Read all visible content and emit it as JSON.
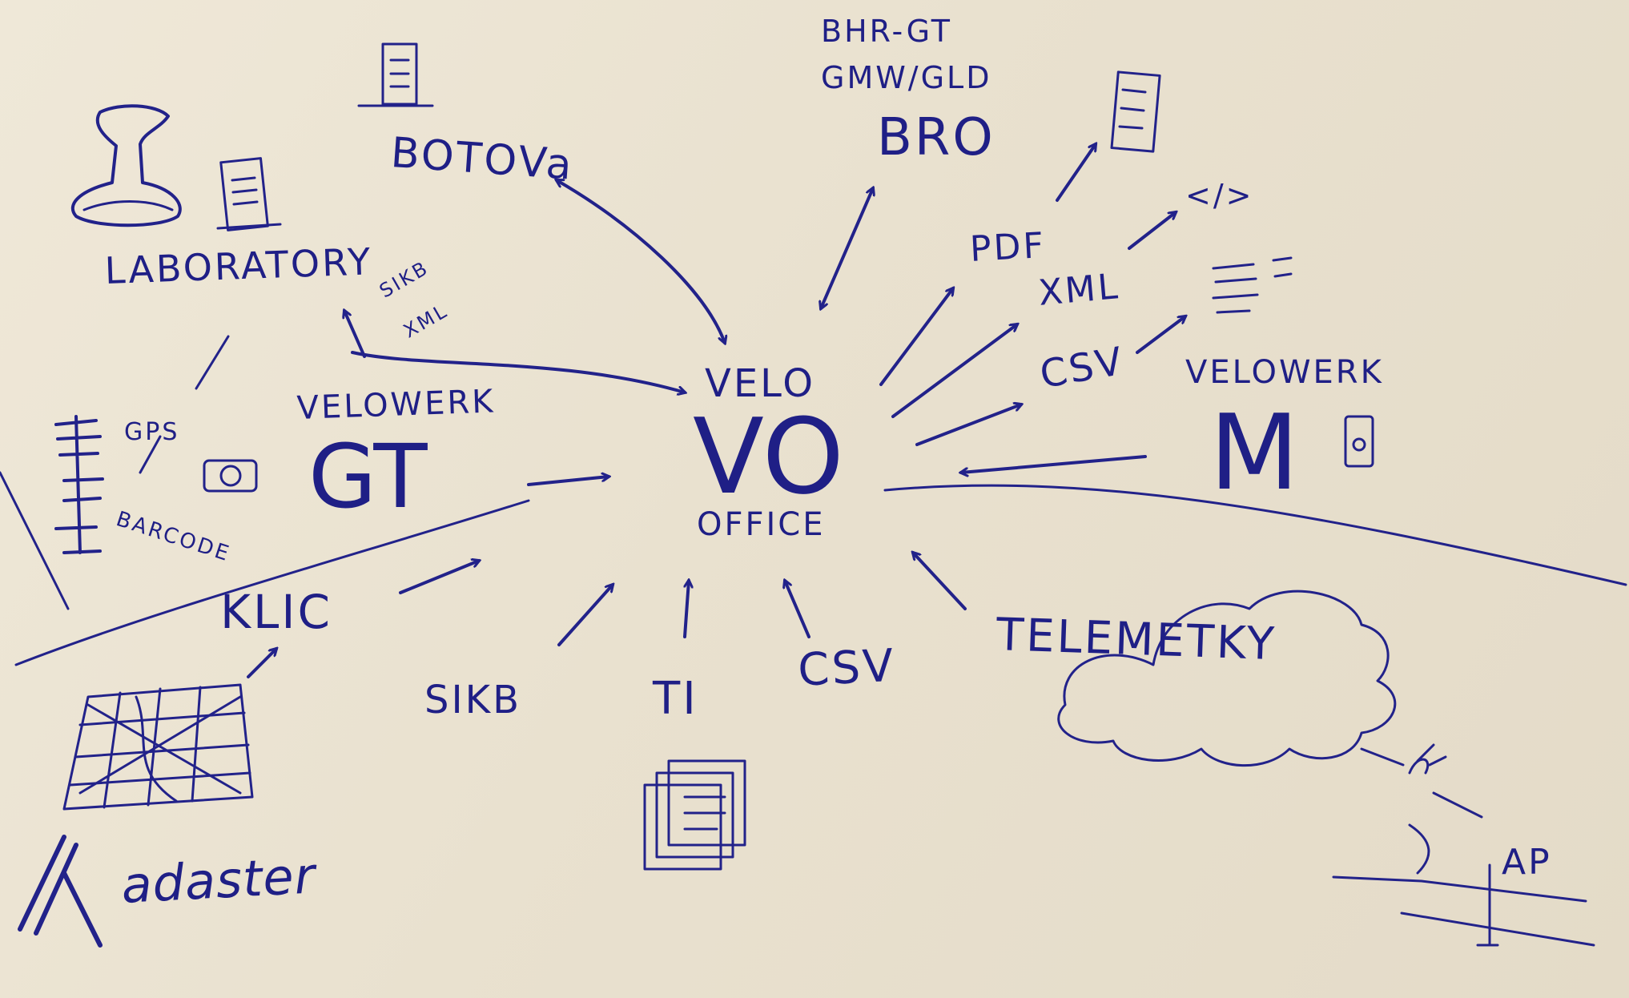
{
  "center": {
    "top": "VELO",
    "main": "VO",
    "bottom": "OFFICE"
  },
  "labels": {
    "laboratory": "LABORATORY",
    "botova": "BOTOVa",
    "bhr_gt": "BHR-GT",
    "gmw_gld": "GMW/GLD",
    "bro": "BRO",
    "pdf": "PDF",
    "xml": "XML",
    "csv_right": "CSV",
    "code_tag": "</>",
    "sikb_small": "SIKB",
    "xml_small": "XML",
    "gps": "GPS",
    "barcode": "BARCODE",
    "velowerk_gt_top": "VELOWERK",
    "velowerk_gt_main": "GT",
    "velowerk_m_top": "VELOWERK",
    "velowerk_m_main": "M",
    "klic": "KLIC",
    "sikb": "SIKB",
    "ti": "TI",
    "csv_bottom": "CSV",
    "telemetry": "TELEMETKY",
    "kadaster": "adaster",
    "ap": "AP"
  },
  "colors": {
    "ink": "#22228a",
    "paper": "#ebe3d3"
  }
}
